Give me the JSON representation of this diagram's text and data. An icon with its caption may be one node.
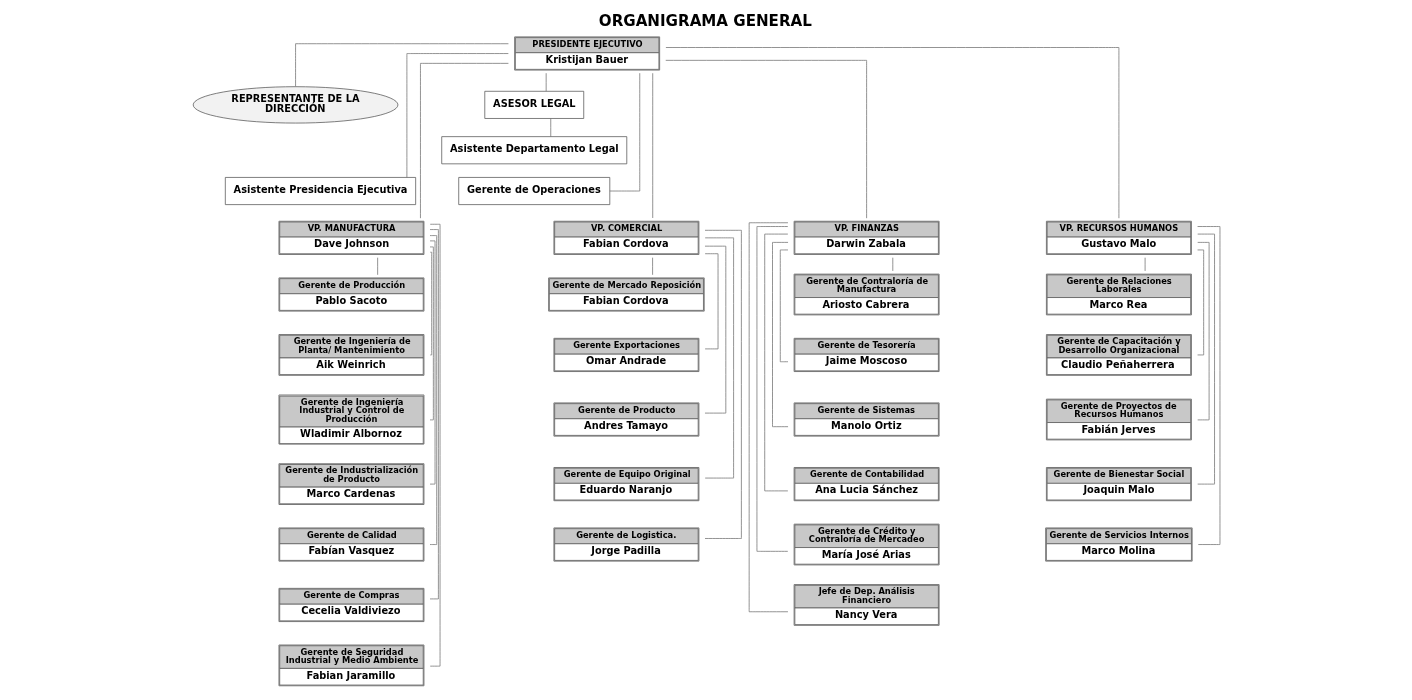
{
  "diagram": {
    "title": "ORGANIGRAMA GENERAL",
    "nodes": [
      {
        "text": [
          "PRESIDENTE EJECUTIVO",
          "Kristijan Bauer"
        ]
      },
      {
        "text": [
          "ASESOR LEGAL"
        ]
      },
      {
        "text": [
          "Asistente Departamento Legal"
        ]
      },
      {
        "text": [
          "REPRESENTANTE DE LA DIRECCIÓN"
        ]
      },
      {
        "text": [
          "Gerente de Operaciones"
        ]
      },
      {
        "text": [
          "Asistente Presidencia Ejecutiva"
        ]
      },
      {
        "text": [
          "VP. COMERCIAL",
          "Fabian Cordova"
        ]
      },
      {
        "text": [
          "VP. FINANZAS",
          "Darwin Zabala"
        ]
      },
      {
        "text": [
          "VP. MANUFACTURA",
          "Dave Johnson"
        ]
      },
      {
        "text": [
          "VP. RECURSOS HUMANOS",
          "Gustavo Malo"
        ]
      },
      {
        "text": [
          "Gerente de Mercado Reposición",
          "Fabian Cordova"
        ]
      },
      {
        "text": [
          "Gerente Exportaciones",
          "Omar Andrade"
        ]
      },
      {
        "text": [
          "Gerente de Producto",
          "Andres Tamayo"
        ]
      },
      {
        "text": [
          "Gerente de Equipo Original",
          "Eduardo Naranjo"
        ]
      },
      {
        "text": [
          "Gerente de Logistica.",
          "Jorge Padilla"
        ]
      },
      {
        "text": [
          "Gerente de Contraloría de Manufactura",
          "Ariosto Cabrera"
        ]
      },
      {
        "text": [
          "Gerente de Tesorería",
          "Jaime Moscoso"
        ]
      },
      {
        "text": [
          "Gerente de Sistemas",
          "Manolo Ortiz"
        ]
      },
      {
        "text": [
          "Gerente de Contabilidad",
          "Ana Lucia Sánchez"
        ]
      },
      {
        "text": [
          "Gerente de Crédito y Contraloría de Mercadeo",
          "María José Arias"
        ]
      },
      {
        "text": [
          "Jefe de Dep. Análisis Financiero",
          "Nancy Vera"
        ]
      },
      {
        "text": [
          "Gerente de Producción",
          "Pablo Sacoto"
        ]
      },
      {
        "text": [
          "Gerente de Ingeniería de Planta/ Mantenimiento",
          "Aik Weinrich"
        ]
      },
      {
        "text": [
          "Gerente de Ingeniería Industrial y Control de Producción",
          "Wladimir Albornoz"
        ]
      },
      {
        "text": [
          "Gerente de Industrialización de Producto",
          "Marco Cardenas"
        ]
      },
      {
        "text": [
          "Gerente de Calidad",
          "Fabían Vasquez"
        ]
      },
      {
        "text": [
          "Gerente de Compras",
          "Cecelia Valdiviezo"
        ]
      },
      {
        "text": [
          "Gerente de Seguridad Industrial y Medio Ambiente",
          "Fabian Jaramillo"
        ]
      },
      {
        "text": [
          "Gerente de Relaciones Laborales",
          "Marco Rea"
        ]
      },
      {
        "text": [
          "Gerente de Capacitación y Desarrollo Organizacional",
          "Claudio Peñaherrera"
        ]
      },
      {
        "text": [
          "Gerente de Proyectos de Recursos Humanos",
          "Fabián Jerves"
        ]
      },
      {
        "text": [
          "Gerente de Bienestar Social",
          "Joaquin Malo"
        ]
      },
      {
        "text": [
          "Gerente de Servicios Internos",
          "Marco Molina"
        ]
      }
    ],
    "edges": [
      {
        "from": 0,
        "to": 1,
        "arrow": "none"
      },
      {
        "from": 1,
        "to": 2,
        "arrow": "none"
      },
      {
        "from": 0,
        "to": 3,
        "arrow": "none"
      },
      {
        "from": 0,
        "to": 4,
        "arrow": "none"
      },
      {
        "from": 0,
        "to": 5,
        "arrow": "none"
      },
      {
        "from": 0,
        "to": 6,
        "arrow": "none"
      },
      {
        "from": 0,
        "to": 7,
        "arrow": "none"
      },
      {
        "from": 0,
        "to": 8,
        "arrow": "none"
      },
      {
        "from": 0,
        "to": 9,
        "arrow": "none"
      },
      {
        "from": 6,
        "to": 10,
        "arrow": "none"
      },
      {
        "from": 6,
        "to": 11,
        "arrow": "none"
      },
      {
        "from": 6,
        "to": 12,
        "arrow": "none"
      },
      {
        "from": 6,
        "to": 13,
        "arrow": "none"
      },
      {
        "from": 6,
        "to": 14,
        "arrow": "none"
      },
      {
        "from": 7,
        "to": 15,
        "arrow": "none"
      },
      {
        "from": 7,
        "to": 16,
        "arrow": "none"
      },
      {
        "from": 7,
        "to": 17,
        "arrow": "none"
      },
      {
        "from": 7,
        "to": 18,
        "arrow": "none"
      },
      {
        "from": 7,
        "to": 19,
        "arrow": "none"
      },
      {
        "from": 7,
        "to": 20,
        "arrow": "none"
      },
      {
        "from": 8,
        "to": 21,
        "arrow": "none"
      },
      {
        "from": 8,
        "to": 22,
        "arrow": "none"
      },
      {
        "from": 8,
        "to": 23,
        "arrow": "none"
      },
      {
        "from": 8,
        "to": 24,
        "arrow": "none"
      },
      {
        "from": 8,
        "to": 25,
        "arrow": "none"
      },
      {
        "from": 8,
        "to": 26,
        "arrow": "none"
      },
      {
        "from": 8,
        "to": 27,
        "arrow": "none"
      },
      {
        "from": 9,
        "to": 28,
        "arrow": "none"
      },
      {
        "from": 9,
        "to": 29,
        "arrow": "none"
      },
      {
        "from": 9,
        "to": 30,
        "arrow": "none"
      },
      {
        "from": 9,
        "to": 31,
        "arrow": "none"
      },
      {
        "from": 9,
        "to": 32,
        "arrow": "none"
      }
    ]
  }
}
